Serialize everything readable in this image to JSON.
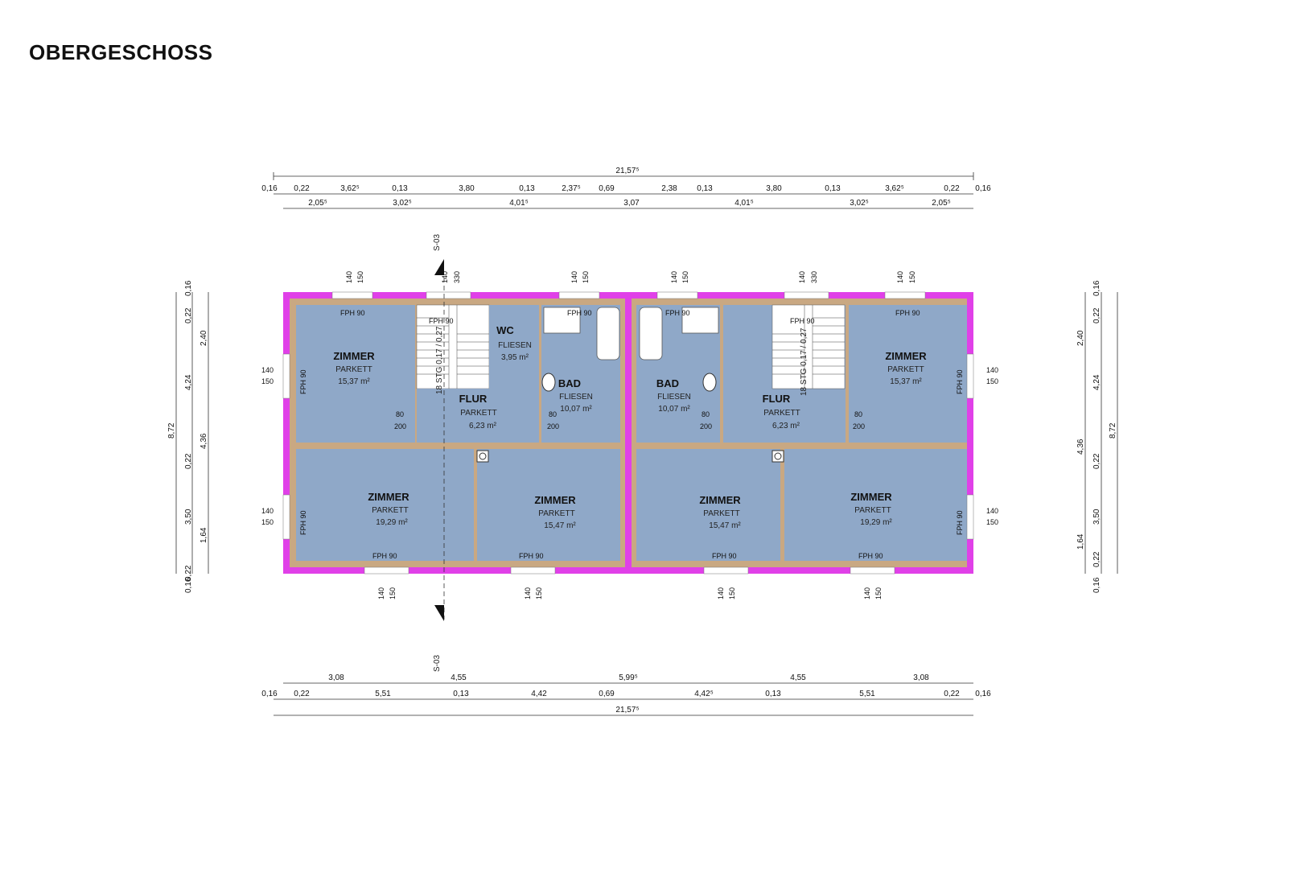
{
  "page": {
    "title": "OBERGESCHOSS"
  },
  "dims": {
    "top_total": "21,57⁵",
    "top_row2": [
      "0,16",
      "0,22",
      "3,62⁵",
      "0,13",
      "3,80",
      "0,13",
      "2,37⁵",
      "0,69",
      "2,38",
      "0,13",
      "3,80",
      "0,13",
      "3,62⁵",
      "0,22",
      "0,16"
    ],
    "top_row3": [
      "2,05⁵",
      "3,02⁵",
      "4,01⁵",
      "3,07",
      "4,01⁵",
      "3,02⁵",
      "2,05⁵"
    ],
    "bottom_row1": [
      "3,08",
      "4,55",
      "5,99⁵",
      "4,55",
      "3,08"
    ],
    "bottom_row2": [
      "0,16",
      "0,22",
      "5,51",
      "0,13",
      "4,42",
      "0,69",
      "4,42⁵",
      "0,13",
      "5,51",
      "0,22",
      "0,16"
    ],
    "bottom_total": "21,57⁵",
    "left_outer": [
      "0,16",
      "0,22",
      "4,24",
      "0,22",
      "3,50",
      "0,22",
      "0,16"
    ],
    "left_mid": [
      "2,40",
      "4,36",
      "1,64"
    ],
    "left_total": "8,72",
    "right_outer": [
      "0,16",
      "0,22",
      "4,24",
      "0,22",
      "3,50",
      "0,22",
      "0,16"
    ],
    "right_mid": [
      "2,40",
      "4,36",
      "1,64"
    ],
    "right_total": "8,72"
  },
  "openings": {
    "w140": "140",
    "w150": "150",
    "w330": "330",
    "fph": "FPH 90",
    "d80": "80",
    "d200": "200"
  },
  "section": {
    "label": "S-03"
  },
  "stairs": {
    "label": "18 STG 0,17 / 0,27"
  },
  "rooms": {
    "l_zimmer_tl": {
      "name": "ZIMMER",
      "floor": "PARKETT",
      "area": "15,37 m²"
    },
    "l_wc": {
      "name": "WC",
      "floor": "FLIESEN",
      "area": "3,95 m²"
    },
    "l_bad": {
      "name": "BAD",
      "floor": "FLIESEN",
      "area": "10,07 m²"
    },
    "l_flur": {
      "name": "FLUR",
      "floor": "PARKETT",
      "area": "6,23 m²"
    },
    "l_zimmer_bl": {
      "name": "ZIMMER",
      "floor": "PARKETT",
      "area": "19,29 m²"
    },
    "l_zimmer_bm": {
      "name": "ZIMMER",
      "floor": "PARKETT",
      "area": "15,47 m²"
    },
    "r_bad": {
      "name": "BAD",
      "floor": "FLIESEN",
      "area": "10,07 m²"
    },
    "r_flur": {
      "name": "FLUR",
      "floor": "PARKETT",
      "area": "6,23 m²"
    },
    "r_zimmer_tr": {
      "name": "ZIMMER",
      "floor": "PARKETT",
      "area": "15,37 m²"
    },
    "r_zimmer_bm": {
      "name": "ZIMMER",
      "floor": "PARKETT",
      "area": "15,47 m²"
    },
    "r_zimmer_br": {
      "name": "ZIMMER",
      "floor": "PARKETT",
      "area": "19,29 m²"
    }
  },
  "colors": {
    "outer_wall": "#e040e8",
    "inner_wall": "#c9a882",
    "room_fill": "#8fa8c8"
  }
}
